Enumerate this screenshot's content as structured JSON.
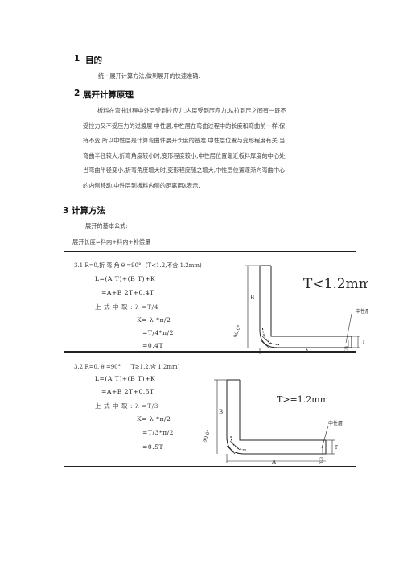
{
  "sections": {
    "s1": {
      "num": "1",
      "title": "目的",
      "text": "统一展开计算方法,做到展开的快速准确."
    },
    "s2": {
      "num": "2",
      "title": "展开计算原理",
      "lines": [
        "板料在弯曲过程中外层受到拉应力,内层受到压应力,从拉到压之间有一既不",
        "受拉力又不受压力的过渡层 中性层,中性层在弯曲过程中的长度和弯曲前一样,保",
        "持不变,所以中性层是计算弯曲件展开长度的基准.中性层位置与变形程度有关,当",
        "弯曲半径较大,折弯角度较小时,变形程度较小,中性层位置靠近板料厚度的中心处,",
        "当弯曲半径变小,折弯角度增大时,变形程度随之增大,中性层位置逐渐向弯曲中心",
        "的内侧移动.中性层到板料内侧的距离用λ表示."
      ]
    },
    "s3": {
      "title": "3 计算方法",
      "intro": "展开的基本公式:",
      "formula": "展开长度=料内+料内+补偿量"
    }
  },
  "case1": {
    "heading": "3.1 R=0,折 弯 角 θ =90°",
    "condition": "(T<1.2,不含 1.2mm)",
    "lines": [
      "L=(A  T)+(B  T)+K",
      "=A+B  2T+0.4T",
      "上 式 中 取 : λ =T/4",
      "K= λ *π/2",
      "=T/4*π/2",
      "=0.4T"
    ],
    "diagram": {
      "label": "T<1.2mm",
      "neutral": "中性層",
      "A": "A",
      "B": "B",
      "T": "T",
      "T4": "T/4",
      "angle": "90.0°"
    }
  },
  "case2": {
    "heading": "3.2 R=0,   θ =90°",
    "condition": "(T≥1.2,含 1.2mm)",
    "lines": [
      "L=(A  T)+(B  T)+K",
      "=A+B  2T+0.5T",
      "上 式 中 取 : λ =T/3",
      "K= λ *π/2",
      "=T/3*π/2",
      "=0.5T"
    ],
    "diagram": {
      "label": "T>=1.2mm",
      "neutral": "中性層",
      "A": "A",
      "B": "B",
      "T": "T",
      "T3": "T/3",
      "angle": "90.0°"
    }
  }
}
